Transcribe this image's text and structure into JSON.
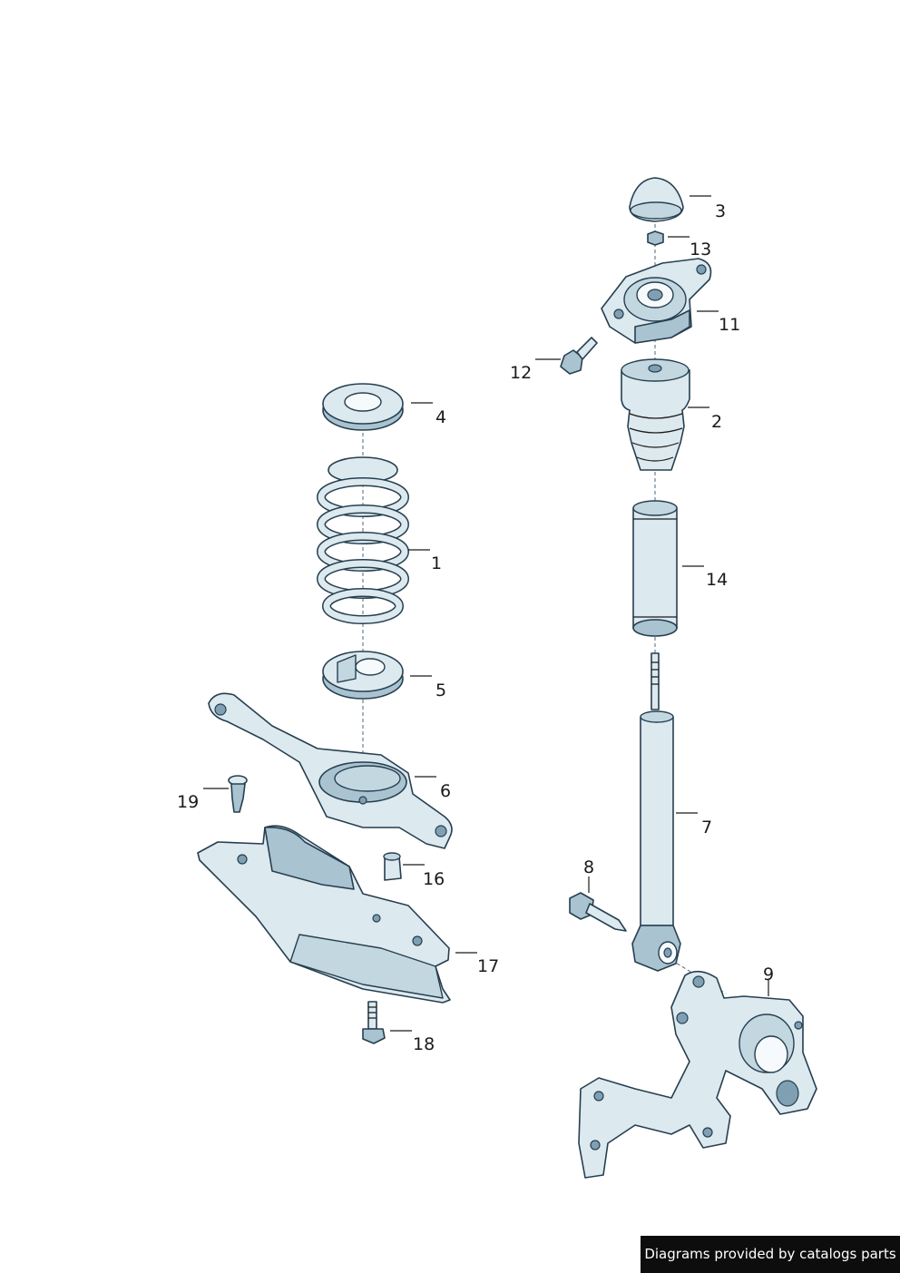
{
  "callouts": {
    "c1": "1",
    "c2": "2",
    "c3": "3",
    "c4": "4",
    "c5": "5",
    "c6": "6",
    "c7": "7",
    "c8": "8",
    "c9": "9",
    "c11": "11",
    "c12": "12",
    "c13": "13",
    "c14": "14",
    "c16": "16",
    "c17": "17",
    "c18": "18",
    "c19": "19"
  },
  "footer": {
    "text": "Diagrams provided by catalogs parts"
  },
  "colors": {
    "part_fill": "#dce9ef",
    "part_shade": "#a9c3d1",
    "outline": "#263f4f",
    "footer_bg": "#0d0d0d"
  }
}
